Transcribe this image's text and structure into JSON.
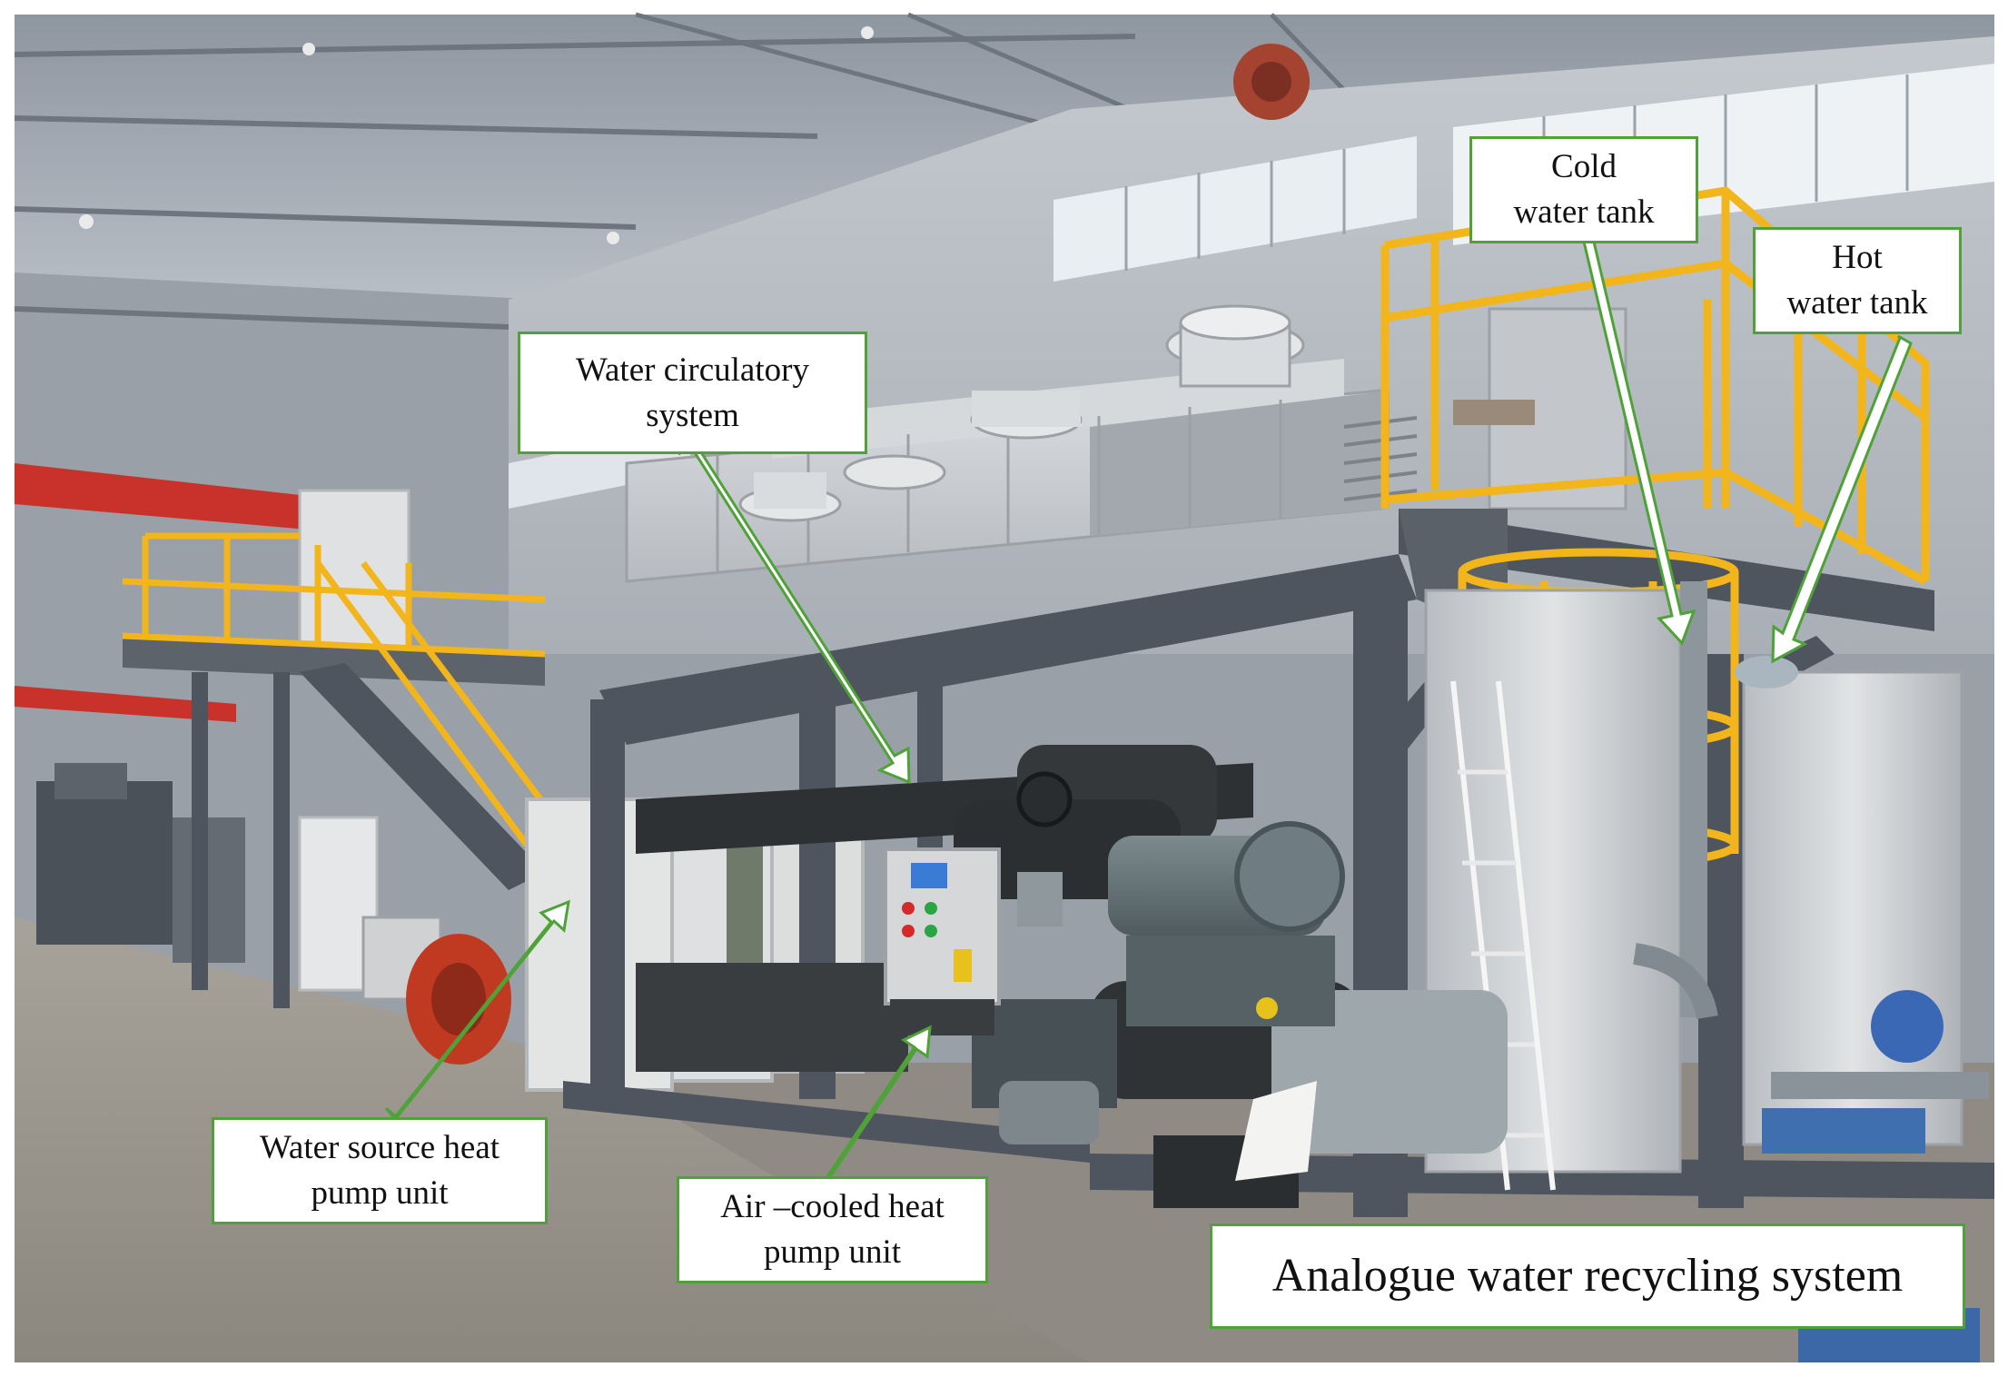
{
  "labels": {
    "cold_water_tank": [
      "Cold",
      "water tank"
    ],
    "hot_water_tank": [
      "Hot",
      "water tank"
    ],
    "water_circulatory_system": [
      "Water  circulatory",
      "system"
    ],
    "water_source_heat_pump_unit": [
      "Water source heat",
      "pump unit"
    ],
    "air_cooled_heat_pump_unit": [
      "Air –cooled heat",
      "pump unit"
    ],
    "analogue_water_recycling_system": "Analogue water recycling system"
  },
  "colors": {
    "label_border": "#4ea238",
    "arrow_fill": "#ffffff",
    "arrow_stroke": "#4ea238",
    "steel_frame": "#4e555e",
    "yellow_railing": "#f2b51c",
    "cooling_tower": "#c9ccd0",
    "cabinet": "#e3e4e4",
    "red_crane": "#c8322a",
    "floor": "#9a958d"
  }
}
